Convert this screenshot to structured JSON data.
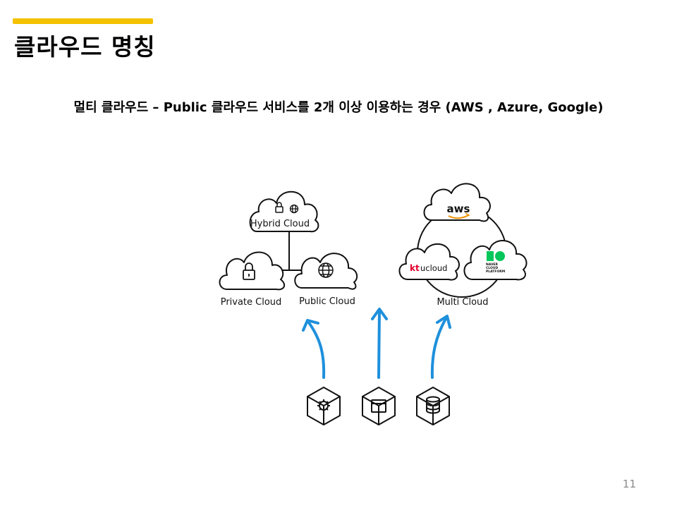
{
  "header": {
    "title": "클라우드 명칭",
    "accent_color": "#f5c200"
  },
  "subtitle": "멀티 클라우드 – Public 클라우드 서비스를 2개 이상 이용하는 경우 (AWS , Azure, Google)",
  "diagram": {
    "labels": {
      "hybrid": "Hybrid Cloud",
      "private": "Private Cloud",
      "public": "Public Cloud",
      "multi": "Multi Cloud"
    },
    "logos": {
      "aws": "aws",
      "kt_mark": "kt",
      "kt_name": "ucloud",
      "naver_line1": "NAVER",
      "naver_line2": "CLOUD",
      "naver_line3": "PLATFORM"
    },
    "arrow_color": "#1e90dc",
    "icons": [
      "lock-icon",
      "globe-icon",
      "gear-box-icon",
      "open-box-icon",
      "database-box-icon"
    ]
  },
  "footer": {
    "page_number": "11"
  }
}
